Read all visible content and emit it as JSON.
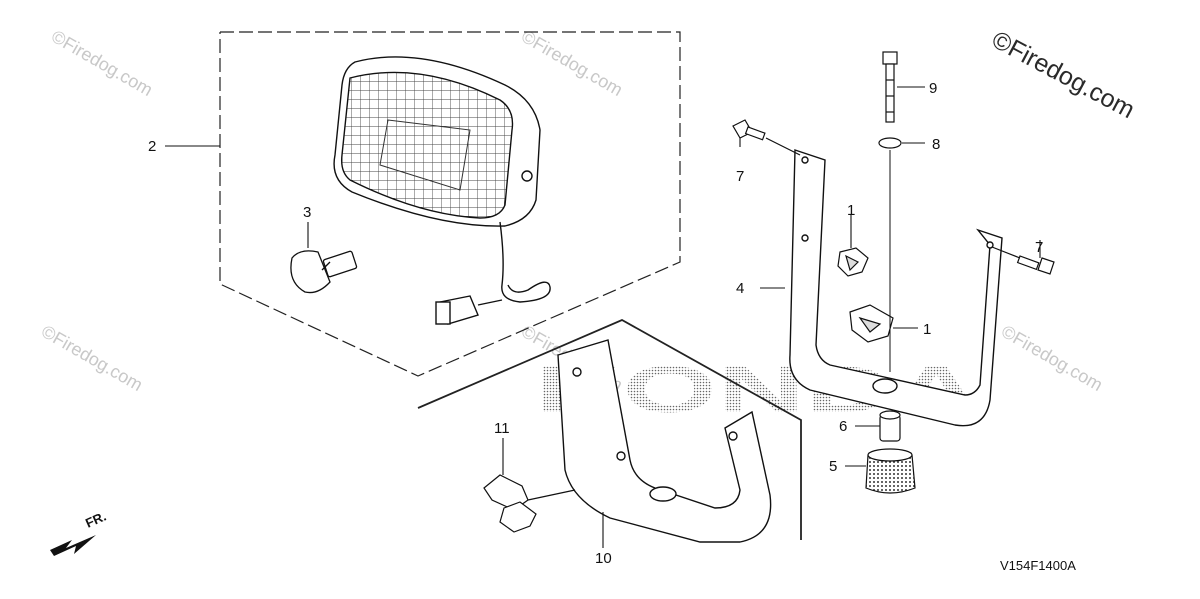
{
  "callouts": {
    "c1a": "1",
    "c1b": "1",
    "c2": "2",
    "c3": "3",
    "c4": "4",
    "c5": "5",
    "c6": "6",
    "c7a": "7",
    "c7b": "7",
    "c8": "8",
    "c9": "9",
    "c10": "10",
    "c11": "11"
  },
  "watermark": {
    "main": "©Firedog.com",
    "small": "©Firedog.com"
  },
  "brand_mark": "HONDA",
  "direction_label": "FR.",
  "diagram_code": "V154F1400A",
  "colors": {
    "line": "#1a1a1a",
    "watermark": "#c8c8c8",
    "brand_dots": "#555555"
  }
}
